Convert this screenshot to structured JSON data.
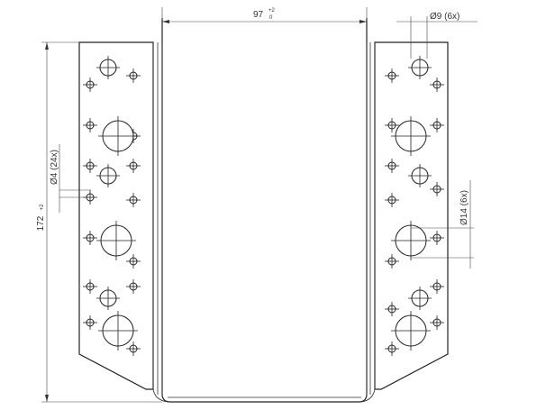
{
  "dimensions": {
    "width_label": "97",
    "width_tol_upper": "+2",
    "width_tol_lower": "0",
    "height_label": "172",
    "height_tol": "+2",
    "hole_small_label": "Ø4 (24x)",
    "hole_medium_label": "Ø9 (6x)",
    "hole_large_label": "Ø14 (6x)"
  },
  "holes": {
    "small_count": 24,
    "medium_count": 6,
    "large_count": 6
  },
  "colors": {
    "line": "#222222",
    "background": "#ffffff"
  }
}
